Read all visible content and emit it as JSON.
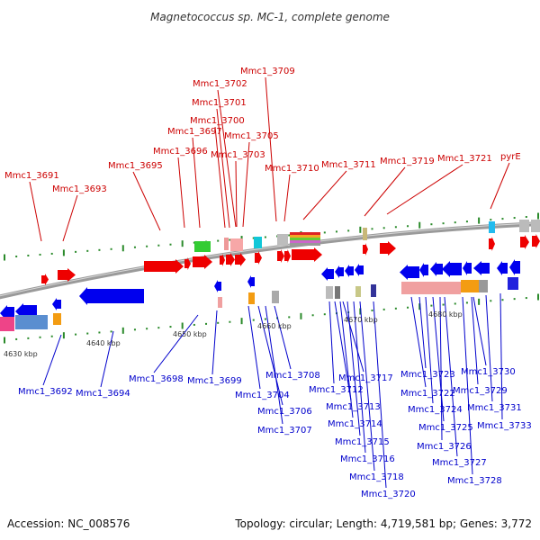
{
  "title": "Magnetococcus sp. MC-1, complete genome",
  "footer": {
    "accession": "Accession: NC_008576",
    "topology": "Topology: circular; Length: 4,719,581 bp; Genes: 3,772"
  },
  "colors": {
    "forward_label": "#cc0000",
    "reverse_label": "#0000cc",
    "forward_gene": "#ee0000",
    "reverse_gene": "#0000ee",
    "backbone": "#888888",
    "tick": "#2a8a2a"
  },
  "kbp_labels": [
    "4630 kbp",
    "4640 kbp",
    "4650 kbp",
    "4660 kbp",
    "4670 kbp",
    "4680 kbp"
  ],
  "forward_labels": [
    "Mmc1_3691",
    "Mmc1_3693",
    "Mmc1_3695",
    "Mmc1_3696",
    "Mmc1_3697",
    "Mmc1_3700",
    "Mmc1_3701",
    "Mmc1_3702",
    "Mmc1_3709",
    "Mmc1_3703",
    "Mmc1_3705",
    "Mmc1_3710",
    "Mmc1_3711",
    "Mmc1_3719",
    "Mmc1_3721",
    "pyrE"
  ],
  "reverse_labels": [
    "Mmc1_3692",
    "Mmc1_3694",
    "Mmc1_3698",
    "Mmc1_3699",
    "Mmc1_3704",
    "Mmc1_3706",
    "Mmc1_3707",
    "Mmc1_3708",
    "Mmc1_3712",
    "Mmc1_3713",
    "Mmc1_3714",
    "Mmc1_3715",
    "Mmc1_3716",
    "Mmc1_3717",
    "Mmc1_3718",
    "Mmc1_3720",
    "Mmc1_3722",
    "Mmc1_3723",
    "Mmc1_3724",
    "Mmc1_3725",
    "Mmc1_3726",
    "Mmc1_3727",
    "Mmc1_3728",
    "Mmc1_3729",
    "Mmc1_3730",
    "Mmc1_3731",
    "Mmc1_3733"
  ]
}
